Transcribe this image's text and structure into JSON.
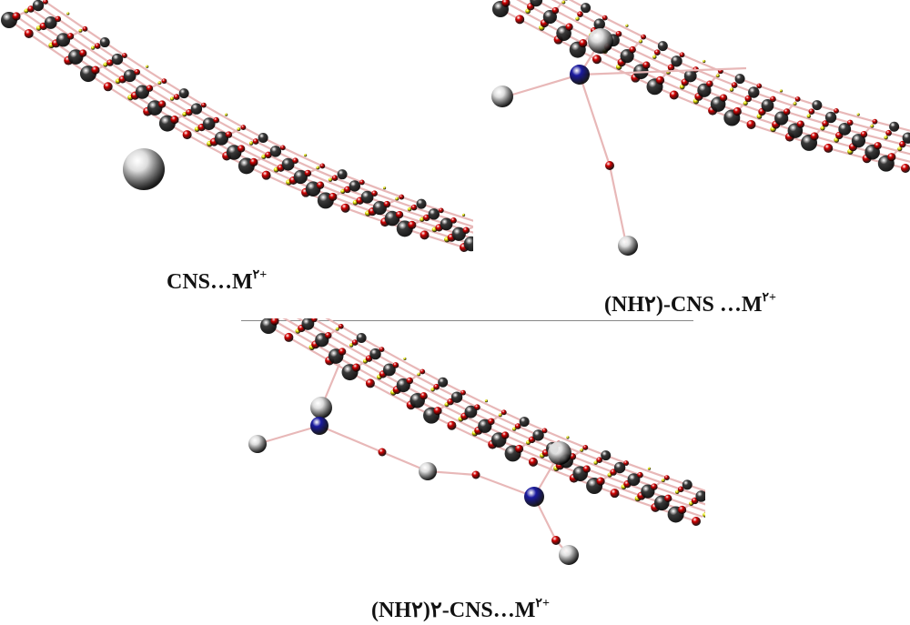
{
  "figure": {
    "panels": [
      {
        "id": "a",
        "caption_main": "CNS…M",
        "caption_sup": "۲+"
      },
      {
        "id": "b",
        "caption_main": "(NH۲)-CNS …M",
        "caption_sup": "۲+"
      },
      {
        "id": "c",
        "caption_main": "(NH۲)۲-CNS…M",
        "caption_sup": "۲+"
      }
    ]
  },
  "colors": {
    "carbon": "#3a3a3a",
    "oxygen": "#d40000",
    "sulfur": "#e8e800",
    "metal_ion": "#dcdcdc",
    "nitrogen": "#1a1aa0",
    "bond": "#e8b8b8",
    "background": "#ffffff"
  }
}
